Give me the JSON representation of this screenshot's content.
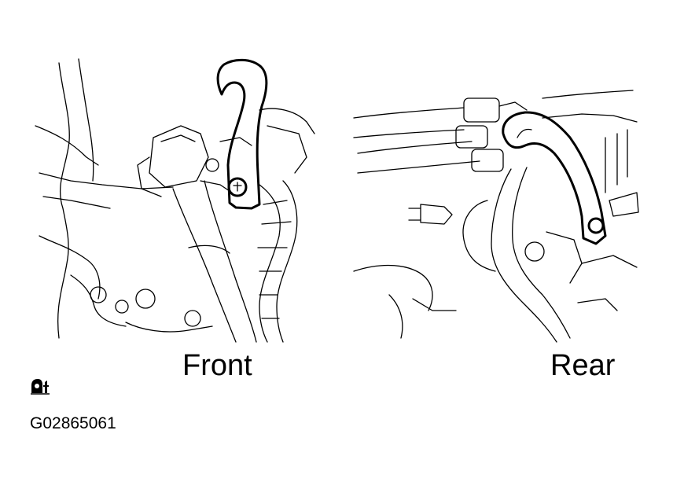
{
  "labels": {
    "front": "Front",
    "rear": "Rear"
  },
  "figure_code": "G02865061",
  "icons": {
    "torque": "torque-wrench-icon"
  },
  "colors": {
    "line": "#000000",
    "background": "#ffffff"
  }
}
